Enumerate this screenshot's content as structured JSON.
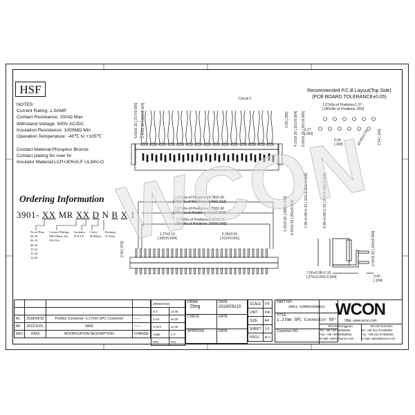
{
  "series_label": "HSF",
  "notes": {
    "heading": "NOTES:",
    "lines": [
      "Current Rating: 1.0AMP",
      "Contact Resistance: 20mΩ Max",
      "Withstand Voltage: 500V AC/DC",
      "Insulation Resistance: 1000MΩ Min",
      "Operation Temperature: -40℃ to +105℃"
    ],
    "materials": [
      "Contact Material:Phosphor Bronze",
      "Contact plating:Sn over Ni",
      "Insulator Material:LCP+30%G.F UL94V-O"
    ]
  },
  "ordering": {
    "title": "Ordering Information",
    "code_parts": [
      "3901-",
      "XX",
      "MR",
      "XX",
      "D",
      "N",
      "B",
      "X",
      "1"
    ],
    "columns": [
      {
        "header": "No.of Pins",
        "values": [
          "04  16",
          "06  18",
          "08  20",
          "10  22",
          "12  24",
          "14  26"
        ]
      },
      {
        "header": "Contact Plating",
        "values": [
          "SM=Matte Tin",
          "SN=Tin"
        ]
      },
      {
        "header": "Insulator",
        "values": [
          "D=LCP"
        ]
      },
      {
        "header": "Color",
        "values": [
          "B=Black"
        ]
      },
      {
        "header": "Packing",
        "values": [
          "T=Tube"
        ]
      }
    ]
  },
  "watermark": "WCON",
  "top_view": {
    "circuit_label": "Circuit 1",
    "dims": {
      "left_a": "5.50±0.15",
      "left_a_in": "[.217±0.006]",
      "left_b": "2.40±0.10",
      "left_b_in": "[.094±0.004]",
      "right_a": "1.65",
      "right_a_in": "[.065]",
      "right_b": "4.10±0.10",
      "right_b_in": "[.161±0.004]",
      "right_c": "5.00±0.15",
      "right_c_in": "[.197±0.006]"
    }
  },
  "bottom_view": {
    "dims": [
      {
        "mm": "1.27xNo.of Positions+3.78±0.30",
        "in": "[.050xNo.of Positions+.149±0.012]"
      },
      {
        "mm": "1.27xNo.of Positions+1.03±0.30",
        "in": "[.050xNo.of Positions+.041±0.012]"
      },
      {
        "mm": "1.27xNo.of Positions-1.27±0.20",
        "in": "[.050xNo.of Positions-.050±0.008]"
      }
    ],
    "pitch": "1.27±0.10",
    "pitch_in": "[.050±0.004]",
    "pin_width": "0.30±0.03",
    "pin_width_in": "[.012±0.001]",
    "height": "2.00",
    "height_in": "[.079]",
    "right_a": "2.15±0.20",
    "right_a_in": "[.085±0.008]",
    "right_b": "6.40±0.15",
    "right_b_in": "[.252±0.006]"
  },
  "side_view": {
    "h1": "7.95+0.05/-0.10",
    "h1_in": "[.313+0.002/-0.004]",
    "h2": "6.85+0.05/-0.15",
    "h2_in": "[.270+0.002/-0.006]",
    "pitch": "2.54±0.15",
    "pitch_in": "[.100±0.006]",
    "depth": "7.00+0.05/-0.10",
    "depth_in": "[.276+0.002/-0.004]",
    "tail": "3.40",
    "tail_in": "[.134]"
  },
  "pcb_layout": {
    "title": "Recommended P.C.B Layout(Top Side)",
    "tolerance": "(PCB BOARD TOLERANCE±0.05)",
    "span": "1.27xNo.of Positions-1.27",
    "span_in": "[.050xNo.of Positions-.050]",
    "offset": "1.27",
    "offset_in": "[.050]",
    "pitch": "2.54",
    "pitch_in": "[.100]",
    "row": "2.54",
    "row_in": "[.100]",
    "hole": "ø0.80±0.05"
  },
  "revision_table": {
    "rows": [
      {
        "rev": "",
        "date": "",
        "desc": "",
        "change": ""
      },
      {
        "rev": "",
        "date": "",
        "desc": "",
        "change": ""
      },
      {
        "rev": "A1",
        "date": "2018/05/15",
        "desc": "Pooflex Connector--1.27mm SPC Connector",
        "change": "------"
      },
      {
        "rev": "A0",
        "date": "2012/11/01",
        "desc": "NEW",
        "change": "------"
      }
    ],
    "headers": {
      "rev": "REV",
      "date": "DATE",
      "desc": "MODIFICATION DESCRIPTION",
      "change": "CHANGE"
    }
  },
  "tolerance_table": {
    "title": "OPERATION",
    "rows": [
      [
        "X.X",
        "±0.40"
      ],
      [
        "X.XX",
        "±0.25"
      ],
      [
        "X.XXX",
        "±0.15"
      ],
      [
        "Angle",
        "± 3°"
      ]
    ],
    "footer": [
      "DIM",
      "TOL"
    ]
  },
  "signoff": {
    "draw_label": "DRAW",
    "draw_value": "Ding",
    "check_label": "CHECK",
    "approve_label": "APPROVE",
    "date_label": "DATE",
    "draw_date": "2018/05/15"
  },
  "sheet_info": {
    "scale_label": "SCALE",
    "scale": "FIT",
    "unit_label": "UNIT",
    "unit": "mm",
    "size_label": "SIZE",
    "size": "A4",
    "sheet_label": "SHEET",
    "sheet": "1/1",
    "proj_label": "PROJ.",
    "proj": "⊕◁"
  },
  "part": {
    "part_no_label": "PART NO.",
    "part_no": "3901-XXMRXXDNBX1",
    "title_label": "TITLE:",
    "title": "1.27mm SPC Connector 90°",
    "customer_label": "Customer NO."
  },
  "company": {
    "logo": "WCON",
    "website": "Http: www.wcon.com",
    "offices": [
      {
        "name": "WCON-Dongguan",
        "tel": "Tel: +86 769 85358820",
        "fax": "Fax: +86 769 85358915",
        "email": "E-mail: sales@wcon.com"
      },
      {
        "name": "WCON-Kunshan",
        "tel": "Tel: +86 512 57468408",
        "fax": "Fax: +86 512 57468468",
        "email": "E-mail: sales@wcon.com"
      }
    ]
  }
}
